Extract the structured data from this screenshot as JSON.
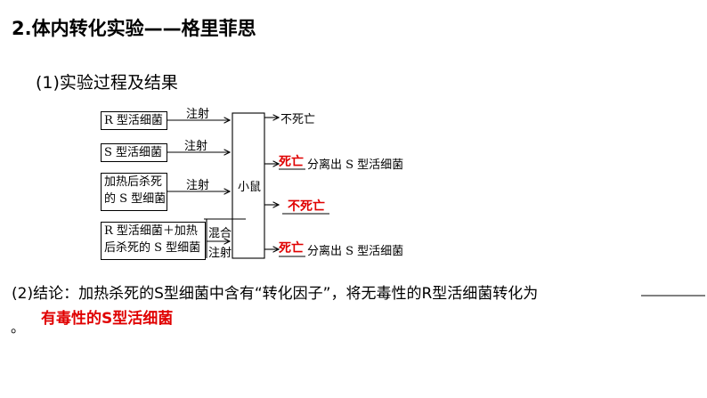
{
  "title": "2.体内转化实验——格里菲思",
  "subtitle": "(1)实验过程及结果",
  "diagram": {
    "groups": [
      {
        "box_lines": [
          "R 型活细菌"
        ],
        "arrow_label": [
          "注射"
        ],
        "result_blank": "",
        "result_text": "不死亡"
      },
      {
        "box_lines": [
          "S 型活细菌"
        ],
        "arrow_label": [
          "注射"
        ],
        "result_blank": "死亡",
        "result_text": "分离出 S 型活细菌"
      },
      {
        "box_lines": [
          "加热后杀死",
          "的 S 型细菌"
        ],
        "arrow_label": [
          "注射"
        ],
        "result_blank": "不死亡",
        "result_text": ""
      },
      {
        "box_lines": [
          "R 型活细菌＋加热",
          "后杀死的 S 型细菌"
        ],
        "arrow_label": [
          "混合",
          "注射"
        ],
        "result_blank": "死亡",
        "result_text": "分离出 S 型活细菌"
      }
    ],
    "mouse_label": "小鼠"
  },
  "conclusion": {
    "text": "(2)结论：加热杀死的S型细菌中含有“转化因子”，将无毒性的R型活细菌转化为",
    "answer": "有毒性的S型活细菌",
    "end_mark": "。"
  },
  "colors": {
    "answer": "#e00000",
    "text": "#000000"
  }
}
